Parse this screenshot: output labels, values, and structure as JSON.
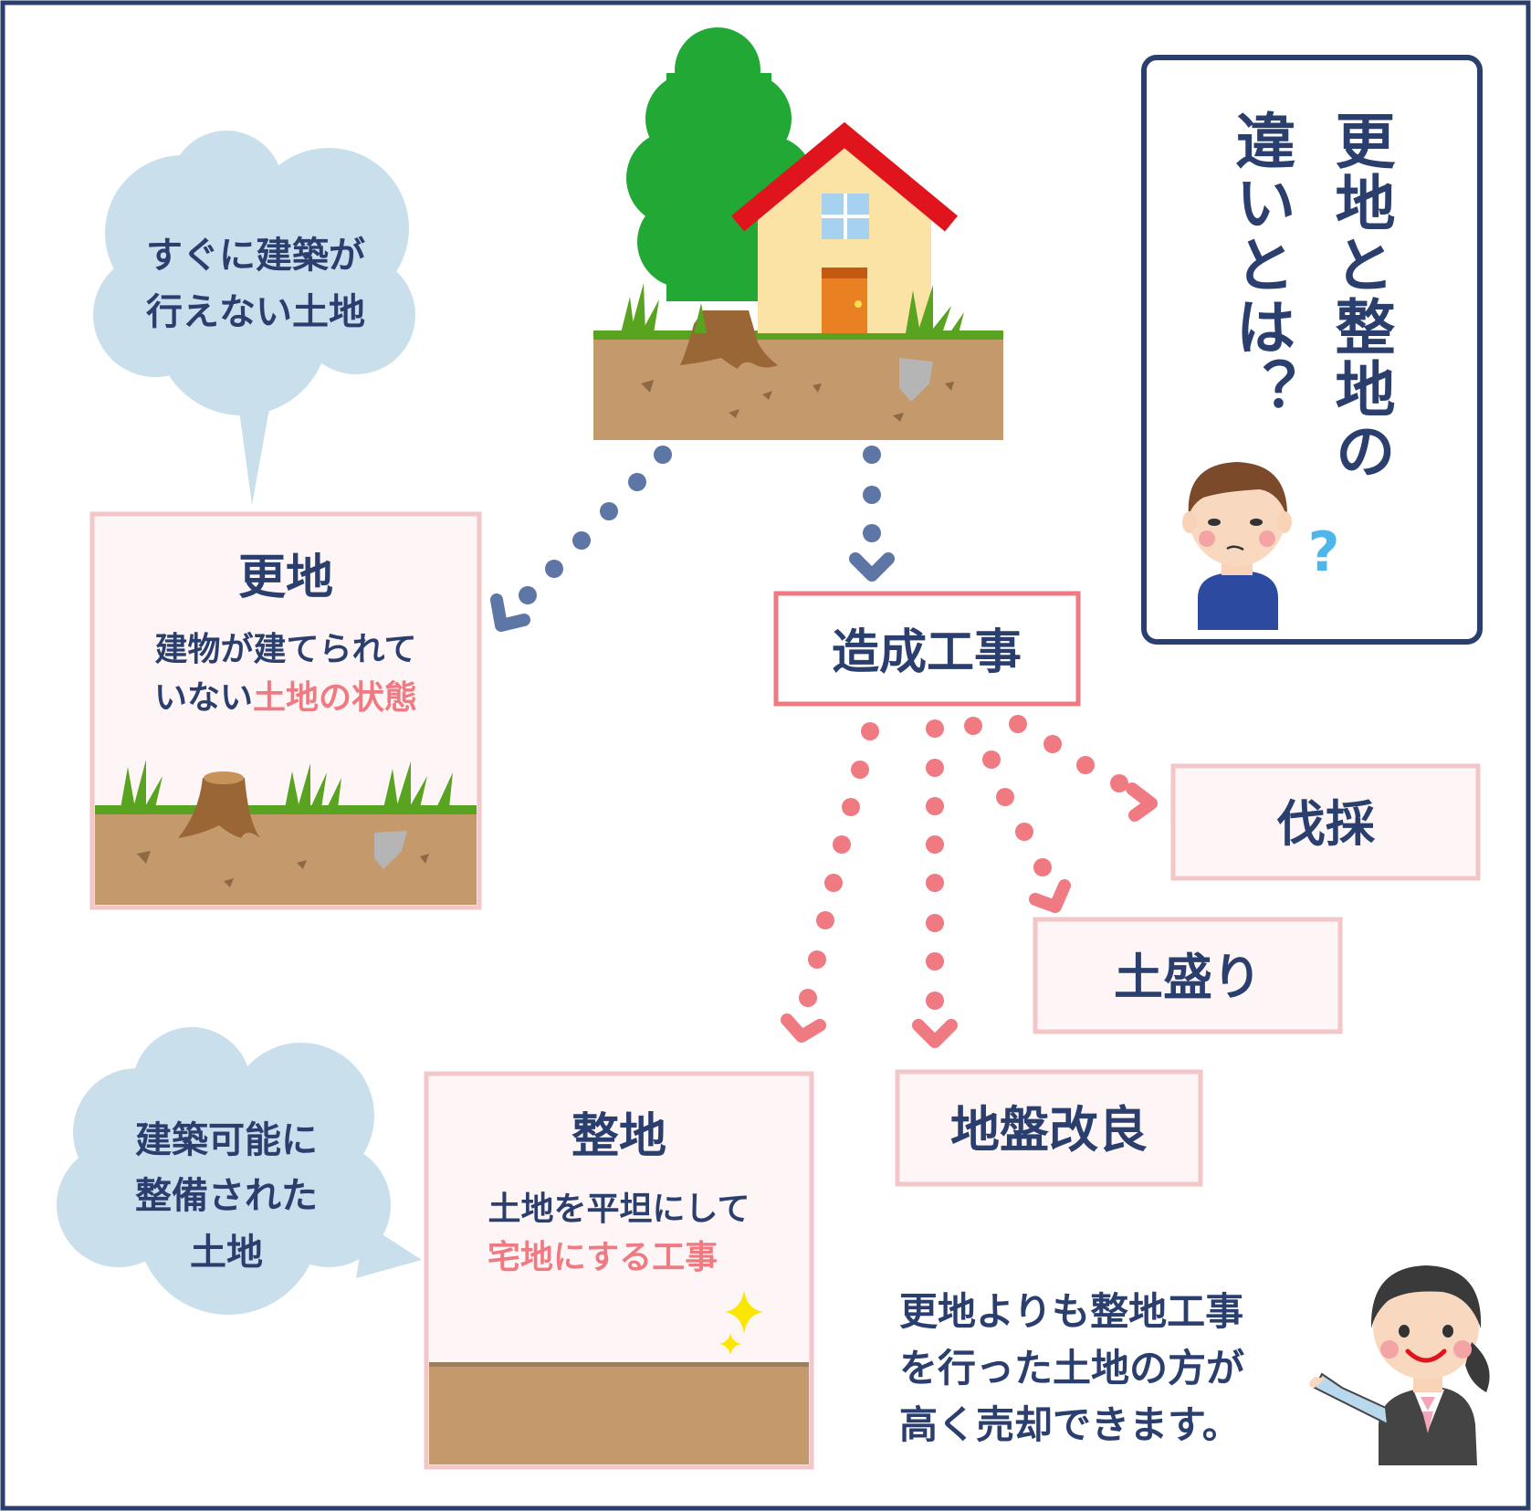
{
  "title": {
    "line1": "更地と整地の",
    "line2": "違いとは？"
  },
  "speech_sarachi": {
    "line1": "すぐに建築が",
    "line2": "行えない土地"
  },
  "sarachi": {
    "heading": "更地",
    "desc_line1": "建物が建てられて",
    "desc_line2_plain": "いない",
    "desc_line2_accent": "土地の状態"
  },
  "zousei": {
    "label": "造成工事"
  },
  "works": {
    "bassai": "伐採",
    "morido": "土盛り",
    "jiban": "地盤改良"
  },
  "speech_seichi": {
    "line1": "建築可能に",
    "line2": "整備された",
    "line3": "土地"
  },
  "seichi": {
    "heading": "整地",
    "desc_line1": "土地を平坦にして",
    "desc_line2_accent": "宅地にする工事"
  },
  "advice": {
    "line1": "更地よりも整地工事",
    "line2": "を行った土地の方が",
    "line3": "高く売却できます。"
  },
  "confused_mark": "?",
  "colors": {
    "border": "#2b3f6e",
    "text": "#2b3f6e",
    "accent": "#f07a82",
    "cloud": "#c9dfec",
    "dots_blue": "#5d76a6",
    "dots_pink": "#f07a82",
    "box_border": "#f3c6c8",
    "box_fill": "#fef6f6",
    "soil": "#c49a6c",
    "grass": "#58a320",
    "roof": "#e0141d"
  },
  "icons": [
    "house-tree-icon",
    "tree-stump-icon",
    "sparkle-icon",
    "confused-boy-icon",
    "advisor-woman-icon"
  ]
}
